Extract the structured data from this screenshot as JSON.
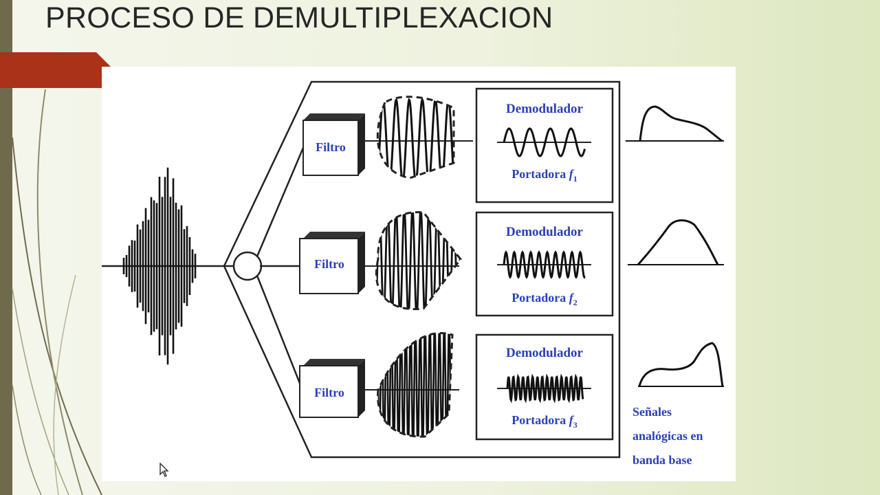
{
  "slide": {
    "title": "PROCESO DE DEMULTIPLEXACION"
  },
  "diagram": {
    "channels": [
      {
        "filter_label": "Filtro",
        "demod_label": "Demodulador",
        "carrier_label": "Portadora ",
        "carrier_symbol": "f",
        "carrier_sub": "1"
      },
      {
        "filter_label": "Filtro",
        "demod_label": "Demodulador",
        "carrier_label": "Portadora ",
        "carrier_symbol": "f",
        "carrier_sub": "2"
      },
      {
        "filter_label": "Filtro",
        "demod_label": "Demodulador",
        "carrier_label": "Portadora ",
        "carrier_symbol": "f",
        "carrier_sub": "3"
      }
    ],
    "output_caption": {
      "line1": "Señales",
      "line2": "analógicas en",
      "line3": "banda base"
    }
  },
  "colors": {
    "label_blue": "#2a3fb8",
    "accent_red": "#a93218",
    "band": "#6f6a4c"
  }
}
